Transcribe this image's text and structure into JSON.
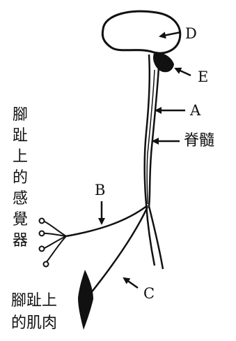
{
  "labels": {
    "D": "D",
    "E": "E",
    "A": "A",
    "spinal_cord": "脊髓",
    "B": "B",
    "C": "C"
  },
  "sensory_vertical": [
    "腳",
    "趾",
    "上",
    "的",
    "感",
    "覺",
    "器"
  ],
  "muscle_line1": "腳趾上",
  "muscle_line2": "的肌肉"
}
